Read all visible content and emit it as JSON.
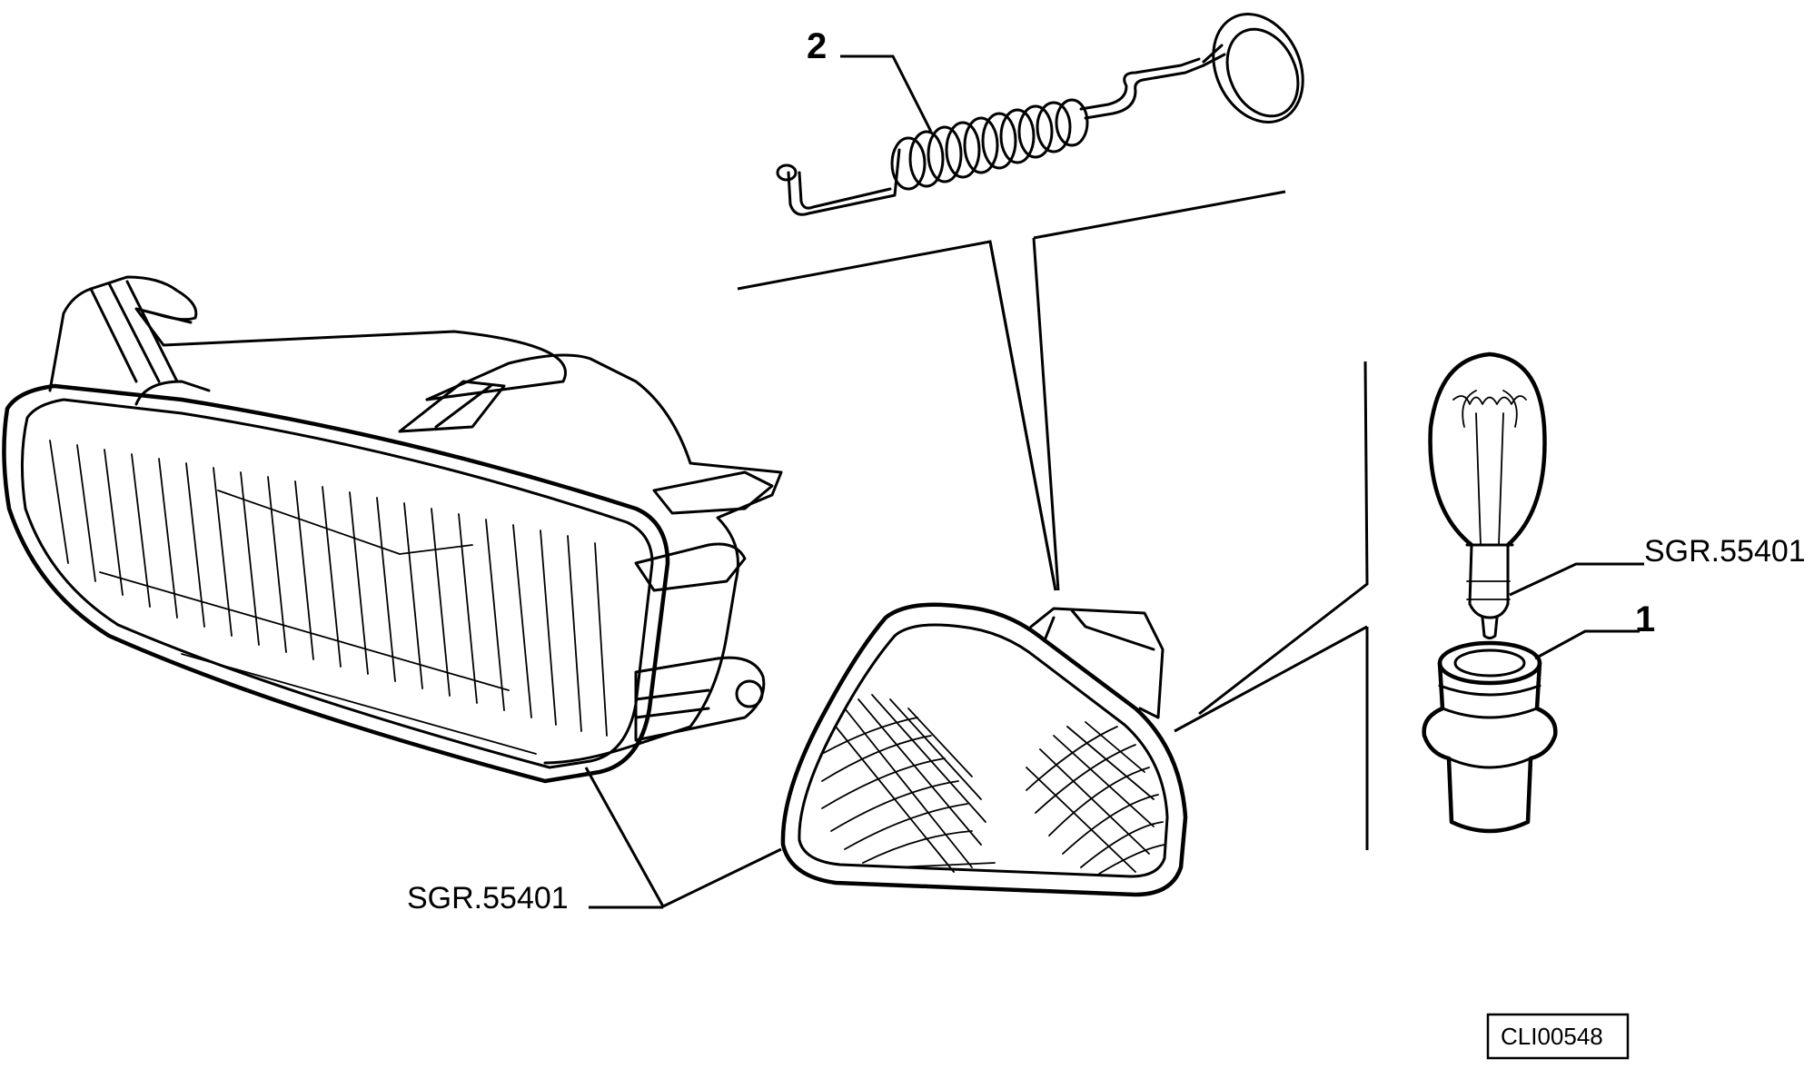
{
  "callouts": {
    "part_1": "1",
    "part_2": "2"
  },
  "references": {
    "bulb_ref": "SGR.55401",
    "headlamp_ref": "SGR.55401"
  },
  "drawing_code": "CLI00548"
}
